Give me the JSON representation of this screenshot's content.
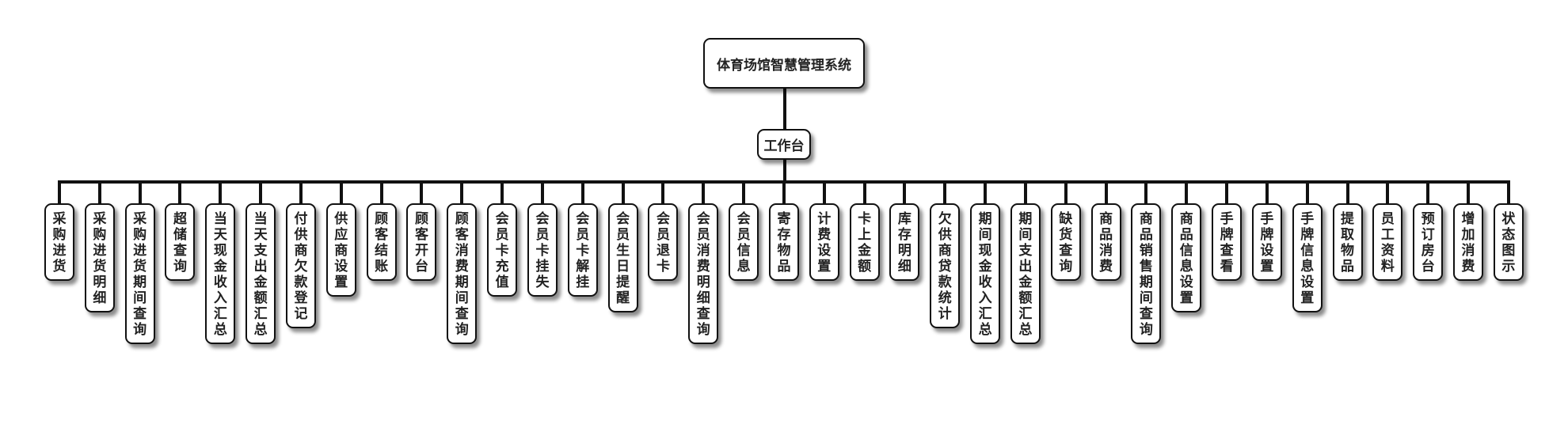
{
  "root": {
    "label": "体育场馆智慧管理系统"
  },
  "workbench": {
    "label": "工作台"
  },
  "modules": [
    "采购进货",
    "采购进货明细",
    "采购进货期间查询",
    "超储查询",
    "当天现金收入汇总",
    "当天支出金额汇总",
    "付供商欠款登记",
    "供应商设置",
    "顾客结账",
    "顾客开台",
    "顾客消费期间查询",
    "会员卡充值",
    "会员卡挂失",
    "会员卡解挂",
    "会员生日提醒",
    "会员退卡",
    "会员消费明细查询",
    "会员信息",
    "寄存物品",
    "计费设置",
    "卡上金额",
    "库存明细",
    "欠供商贷款统计",
    "期间现金收入汇总",
    "期间支出金额汇总",
    "缺货查询",
    "商品消费",
    "商品销售期间查询",
    "商品信息设置",
    "手牌查看",
    "手牌设置",
    "手牌信息设置",
    "提取物品",
    "员工资料",
    "预订房台",
    "增加消费",
    "状态图示"
  ]
}
